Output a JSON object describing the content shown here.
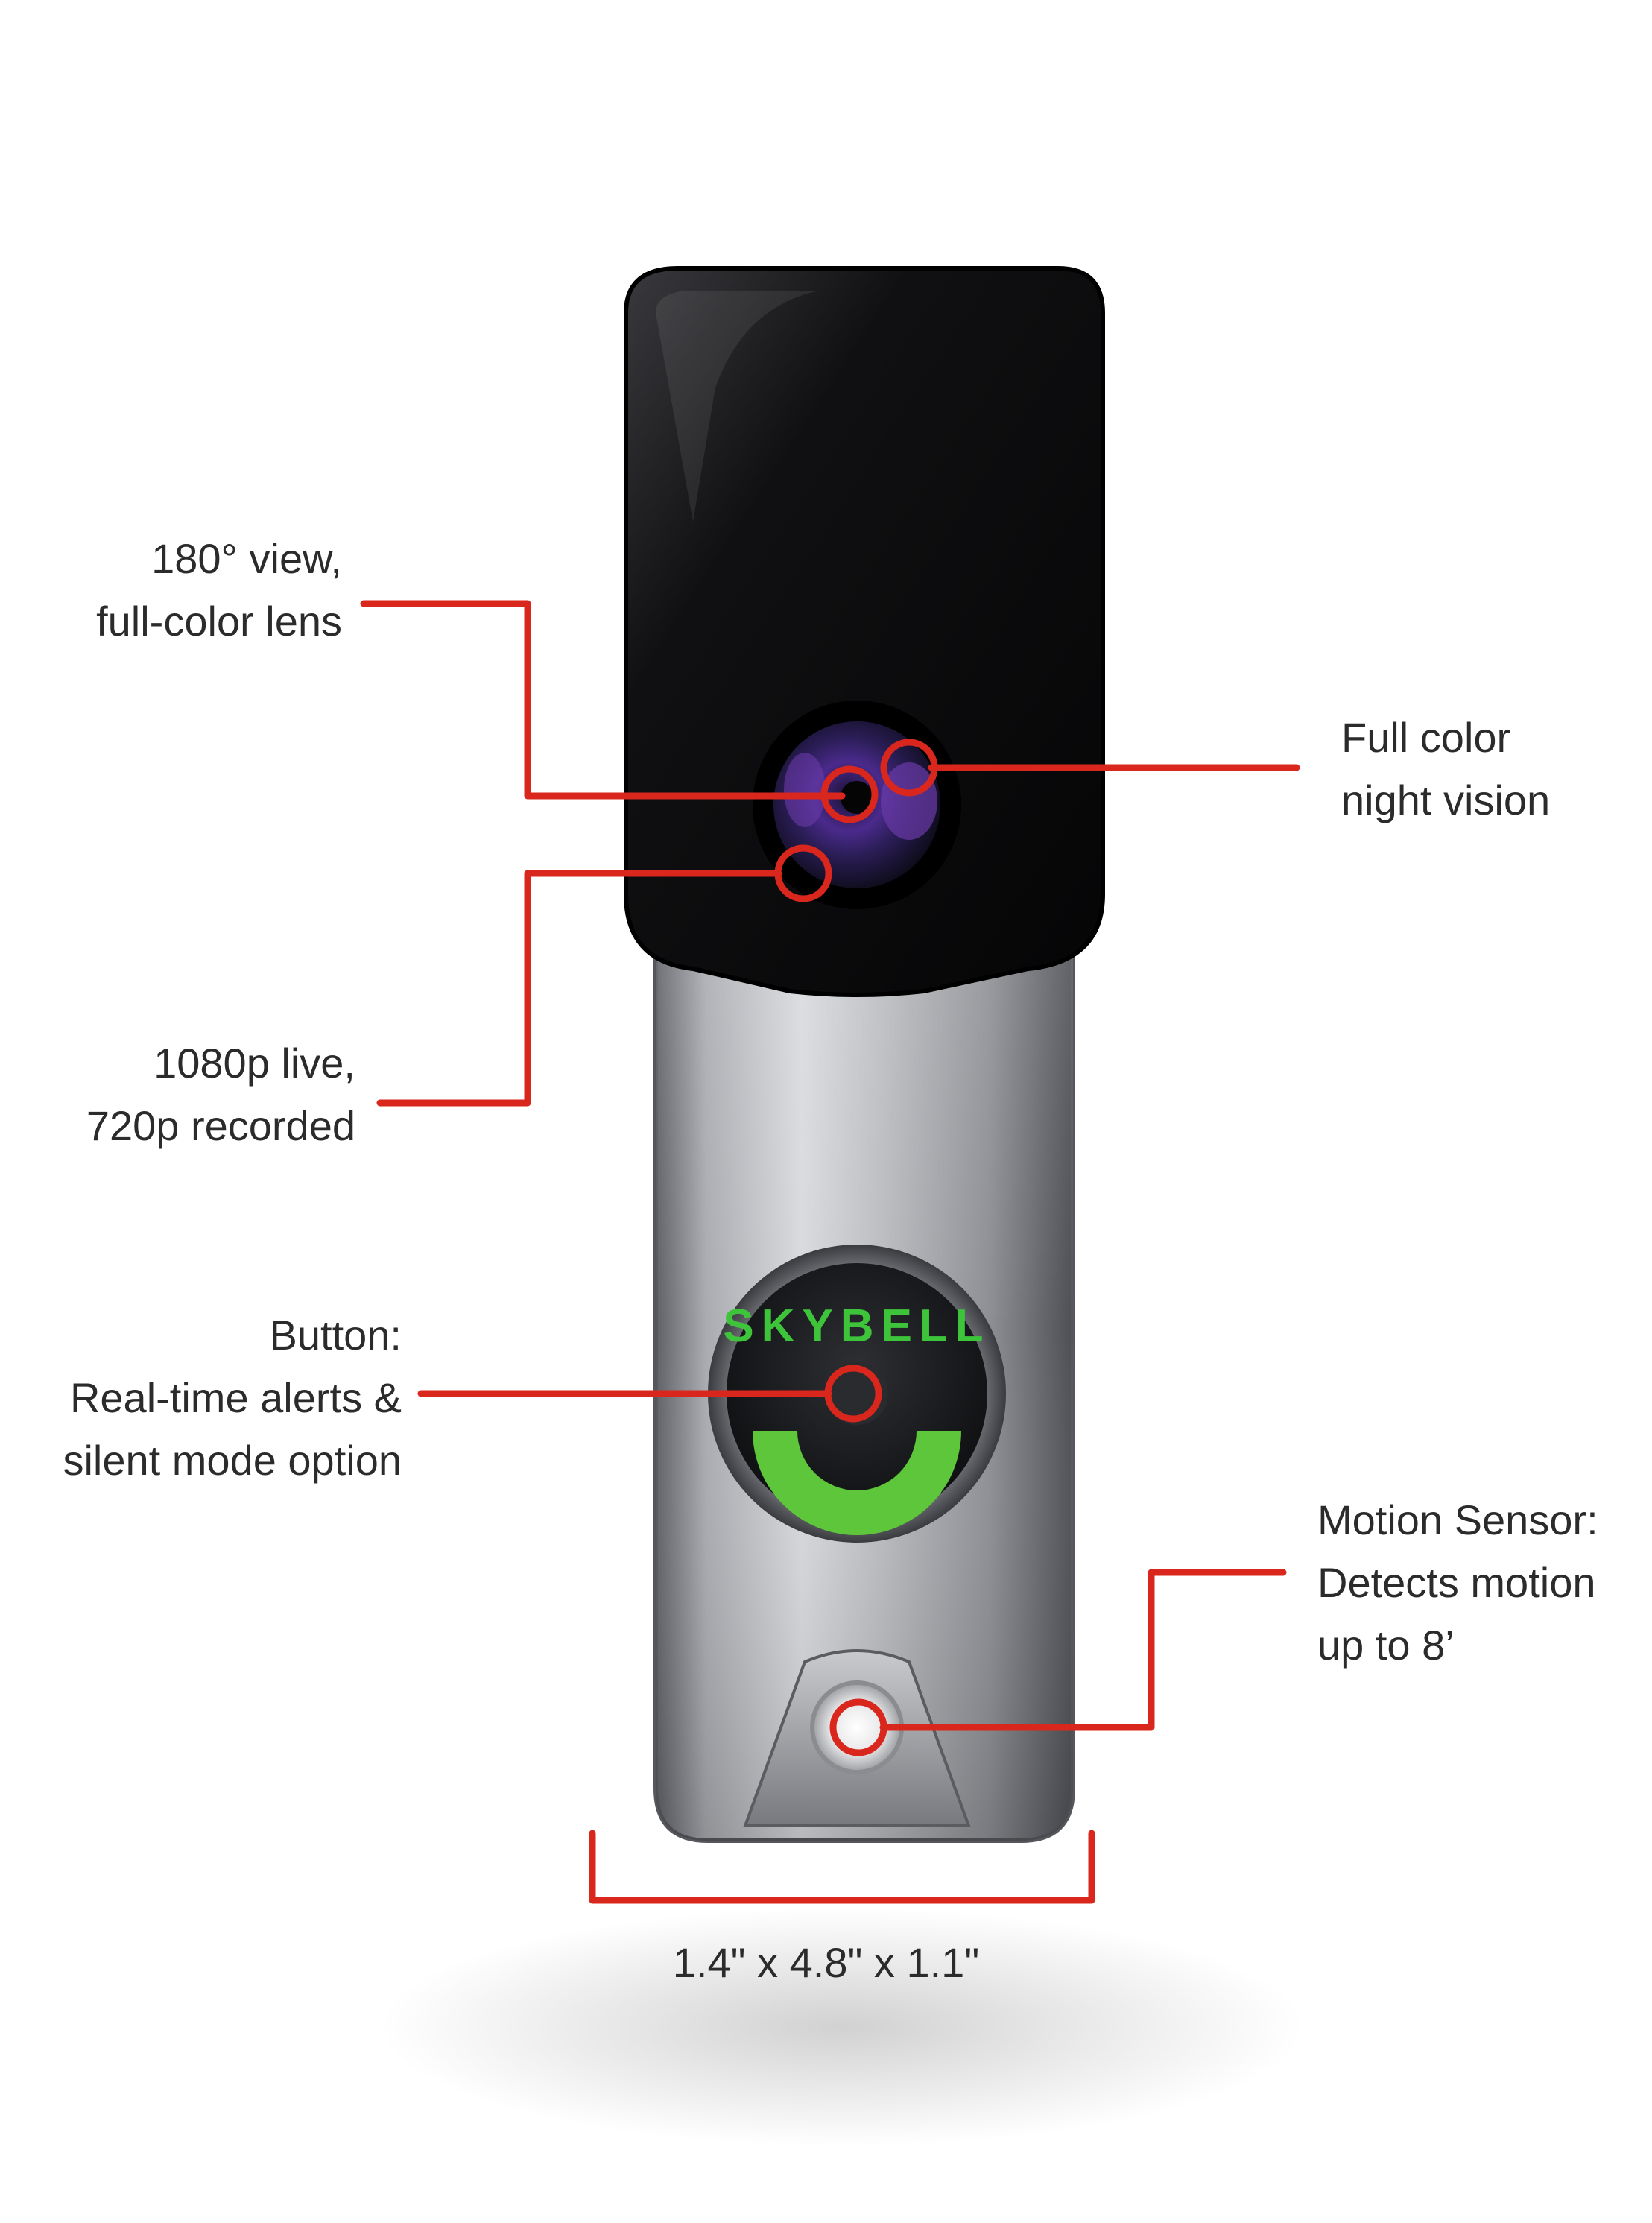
{
  "colors": {
    "callout_red": "#d9271e",
    "label_text": "#2b2b2b",
    "brand_green": "#3ec43a",
    "body_metal": "#9a9ca1",
    "body_black": "#0c0c0e"
  },
  "device": {
    "brand_logo_text": "SKYBELL"
  },
  "callouts": {
    "view": {
      "lines": [
        "180° view,",
        "full-color lens"
      ]
    },
    "night": {
      "lines": [
        "Full color",
        "night vision"
      ]
    },
    "resolution": {
      "lines": [
        "1080p live,",
        "720p recorded"
      ]
    },
    "button": {
      "lines": [
        "Button:",
        "Real-time alerts &",
        "silent mode option"
      ]
    },
    "motion": {
      "lines": [
        "Motion Sensor:",
        "Detects motion",
        "up to 8’"
      ]
    }
  },
  "dimensions": {
    "text": "1.4\" x 4.8\" x 1.1\""
  }
}
